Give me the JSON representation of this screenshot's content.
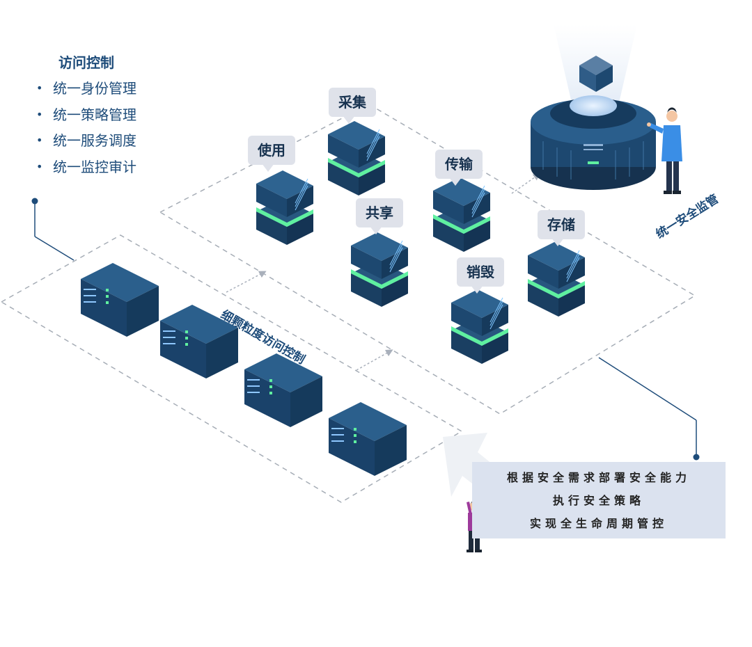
{
  "access_control": {
    "title": "访问控制",
    "items": [
      "统一身份管理",
      "统一策略管理",
      "统一服务调度",
      "统一监控审计"
    ]
  },
  "lifecycle": {
    "use": "使用",
    "collect": "采集",
    "share": "共享",
    "transmit": "传输",
    "destroy": "销毁",
    "store": "存储"
  },
  "labels": {
    "fine_grained": "细颗粒度访问控制",
    "supervision": "统一安全监管"
  },
  "info_box": {
    "lines": [
      "根据安全需求部署安全能力",
      "执行安全策略",
      "实现全生命周期管控"
    ]
  },
  "colors": {
    "navy": "#1e4c7a",
    "server_dark": "#1d4870",
    "glow": "#5ff0a0",
    "box_bg": "#dbe2ef",
    "bubble_bg": "#dfe2ea"
  }
}
